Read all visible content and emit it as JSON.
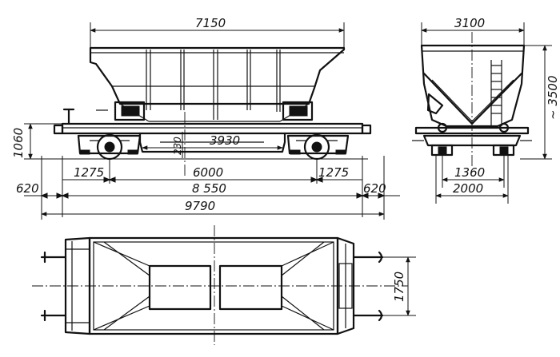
{
  "dimensions": {
    "body_length": "7150",
    "end_width": "3100",
    "end_height": "~ 3500",
    "frame_height": "1060",
    "inner_small": "230",
    "chute_span": "3930",
    "overhang_left": "1275",
    "bogie_base": "6000",
    "overhang_right": "1275",
    "buffer_left": "620",
    "frame_length": "8 550",
    "buffer_right": "620",
    "total_length": "9790",
    "axle_inner": "1360",
    "bogie_width": "2000",
    "plan_width": "1750"
  }
}
